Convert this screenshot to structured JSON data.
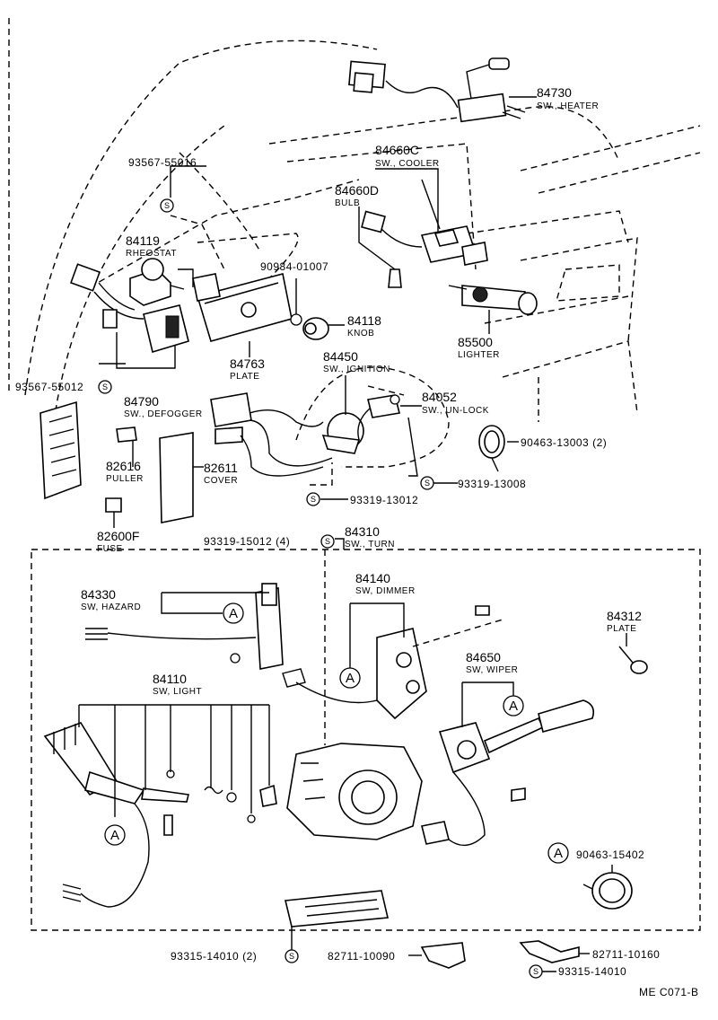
{
  "parts": {
    "p84730": {
      "number": "84730",
      "name": "SW., HEATER"
    },
    "p84660c": {
      "number": "84660C",
      "name": "SW., COOLER"
    },
    "p84660d": {
      "number": "84660D",
      "name": "BULB"
    },
    "p93567_55016": {
      "number": "93567-55016"
    },
    "p84119": {
      "number": "84119",
      "name": "RHEOSTAT"
    },
    "p90984_01007": {
      "number": "90984-01007"
    },
    "p84118": {
      "number": "84118",
      "name": "KNOB"
    },
    "p85500": {
      "number": "85500",
      "name": "LIGHTER"
    },
    "p84763": {
      "number": "84763",
      "name": "PLATE"
    },
    "p84450": {
      "number": "84450",
      "name": "SW., IGNITION"
    },
    "p93567_55012": {
      "number": "93567-55012"
    },
    "p84790": {
      "number": "84790",
      "name": "SW., DEFOGGER"
    },
    "p84052": {
      "number": "84052",
      "name": "SW., UN-LOCK"
    },
    "p90463_13003": {
      "number": "90463-13003 (2)"
    },
    "p82616": {
      "number": "82616",
      "name": "PULLER"
    },
    "p82611": {
      "number": "82611",
      "name": "COVER"
    },
    "p93319_13008": {
      "number": "93319-13008"
    },
    "p93319_13012": {
      "number": "93319-13012"
    },
    "p82600f": {
      "number": "82600F",
      "name": "FUSE"
    },
    "p93319_15012": {
      "number": "93319-15012 (4)"
    },
    "p84310": {
      "number": "84310",
      "name": "SW., TURN"
    },
    "p84330": {
      "number": "84330",
      "name": "SW, HAZARD"
    },
    "p84140": {
      "number": "84140",
      "name": "SW, DIMMER"
    },
    "p84312": {
      "number": "84312",
      "name": "PLATE"
    },
    "p84650": {
      "number": "84650",
      "name": "SW, WIPER"
    },
    "p84110": {
      "number": "84110",
      "name": "SW, LIGHT"
    },
    "p90463_15402": {
      "number": "90463-15402"
    },
    "p93315_14010a": {
      "number": "93315-14010 (2)"
    },
    "p82711_10090": {
      "number": "82711-10090"
    },
    "p82711_10160": {
      "number": "82711-10160"
    },
    "p93315_14010b": {
      "number": "93315-14010"
    }
  },
  "markers": {
    "a": "A",
    "s": "S"
  },
  "footer": {
    "code": "ME  C071-B"
  }
}
